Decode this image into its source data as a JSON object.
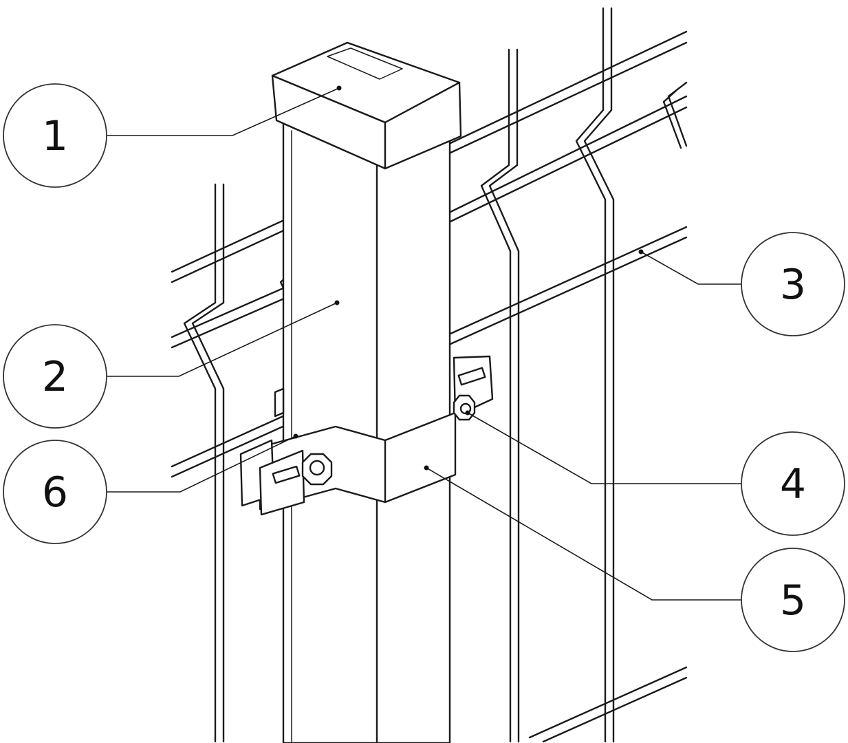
{
  "callouts": [
    {
      "label": "1",
      "part": "post-cap"
    },
    {
      "label": "2",
      "part": "fence-post"
    },
    {
      "label": "3",
      "part": "mesh-panel-wire"
    },
    {
      "label": "4",
      "part": "bolt-and-nut"
    },
    {
      "label": "5",
      "part": "clamp-bracket"
    },
    {
      "label": "6",
      "part": "clamp-plate"
    }
  ],
  "colors": {
    "line": "#1a1a1a",
    "background": "#ffffff"
  }
}
